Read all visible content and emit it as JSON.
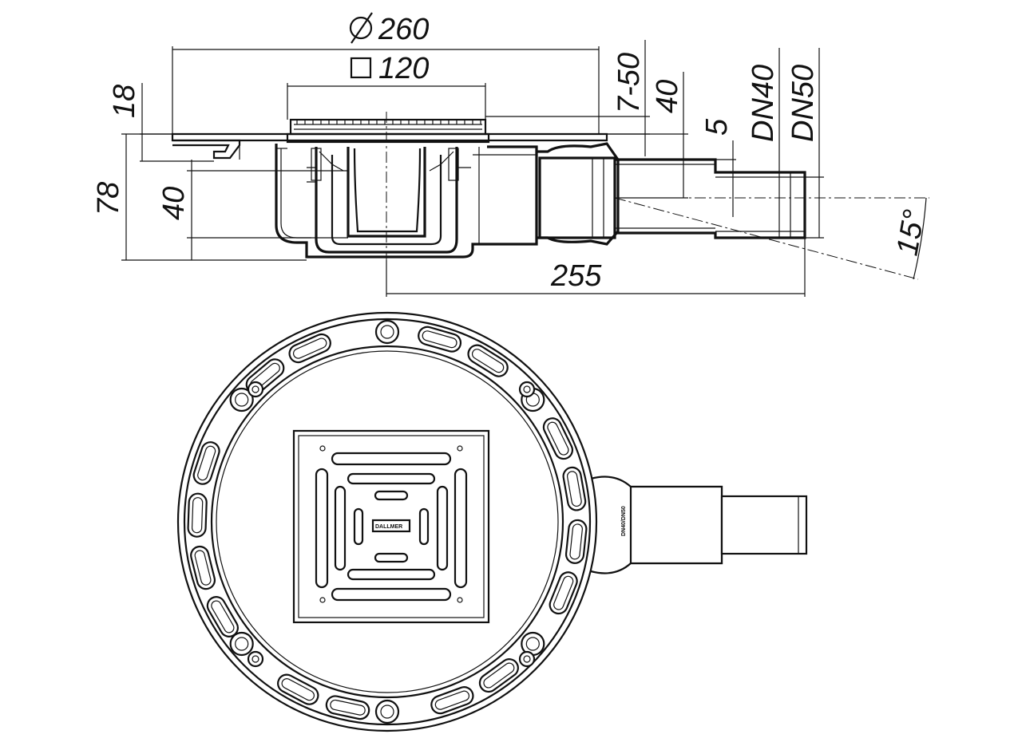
{
  "dimensions": {
    "flange_diameter": "260",
    "grate_size": "120",
    "flange_height": "18",
    "total_height": "78",
    "trap_depth": "40",
    "adjustment": "7-50",
    "outlet_offset": "40",
    "step": "5",
    "outlet_dn40": "DN40",
    "outlet_dn50": "DN50",
    "outlet_length": "255",
    "slope_angle": "15°"
  },
  "symbols": {
    "diameter": "diameter-symbol",
    "square": "square-symbol"
  },
  "colors": {
    "line": "#111111",
    "background": "#ffffff"
  }
}
